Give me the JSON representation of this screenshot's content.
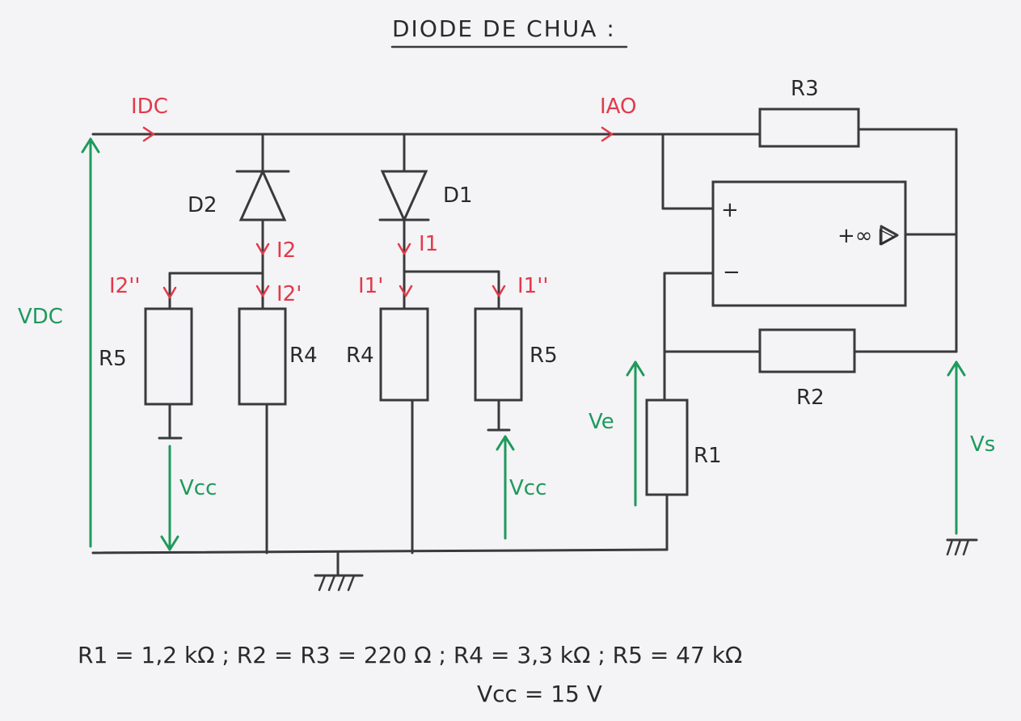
{
  "title": "DIODE DE CHUA :",
  "labels": {
    "i_dc": "IDC",
    "i_ao": "IAO",
    "v_dc": "VDC",
    "d2": "D2",
    "d1": "D1",
    "i2": "I2",
    "i1": "I1",
    "i2_pp": "I2''",
    "i2_p": "I2'",
    "i1_p": "I1'",
    "i1_pp": "I1''",
    "r5_left": "R5",
    "r4_left": "R4",
    "r4_right": "R4",
    "r5_right": "R5",
    "vcc_left": "Vcc",
    "vcc_right": "Vcc",
    "r3": "R3",
    "r2": "R2",
    "r1": "R1",
    "plus": "+",
    "minus": "−",
    "opamp": "+∞ ▷",
    "ve": "Ve",
    "vs": "Vs"
  },
  "values_line1": "R1 = 1,2 kΩ  ;  R2 = R3 = 220 Ω  ;  R4 = 3,3 kΩ  ;  R5 = 47 kΩ",
  "values_line2": "Vcc = 15 V",
  "colors": {
    "wire": "#3a3a3a",
    "current": "#e23a4a",
    "voltage": "#1e9a5c"
  }
}
